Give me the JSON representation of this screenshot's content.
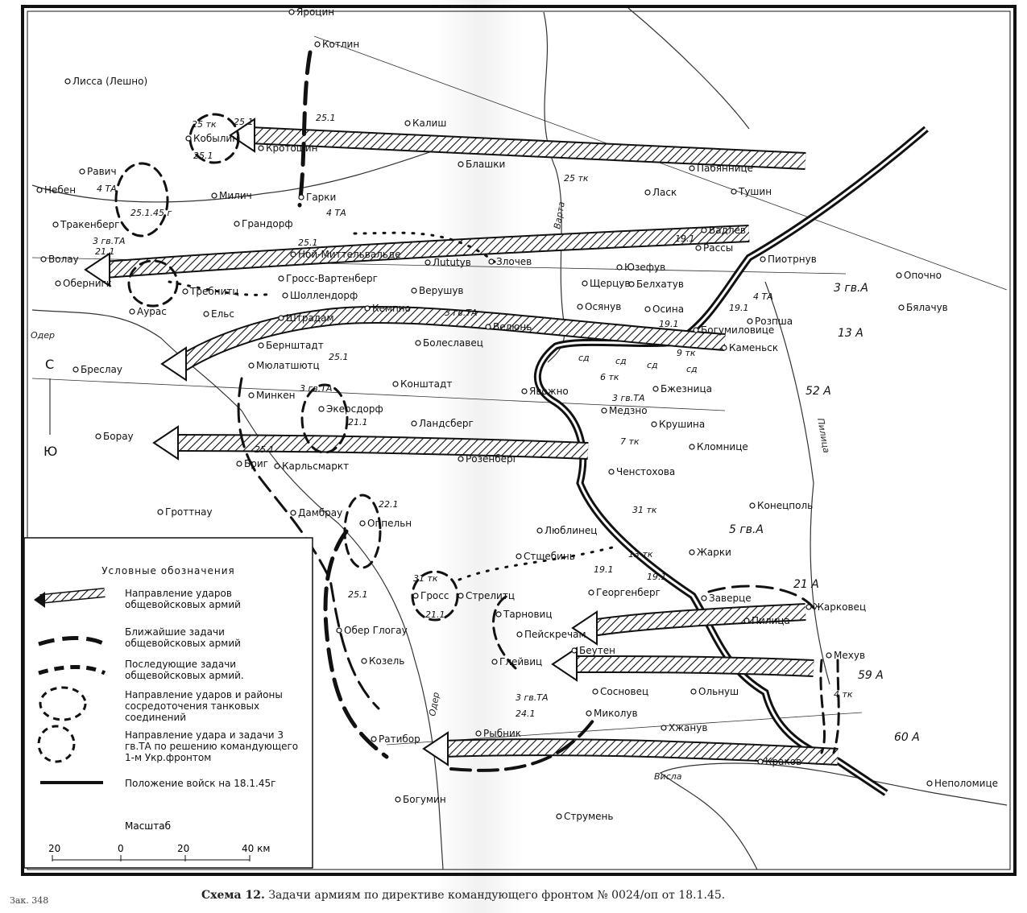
{
  "towns": [
    "Яроцин",
    "Котлин",
    "Лисса (Лешно)",
    "Калиш",
    "Кобылин",
    "Кротошин",
    "Блашки",
    "Пабяннице",
    "Равич",
    "Небен",
    "Милич",
    "Гарки",
    "Ласк",
    "Тушин",
    "Тракенберг",
    "Грандорф",
    "Вадлев",
    "Рассы",
    "Пиотрнув",
    "Опочно",
    "Волау",
    "Ной-Миттельвальде",
    "Лututув",
    "Злочев",
    "Юзефув",
    "Обернигк",
    "Гросс-Вартенберг",
    "Верушув",
    "Белхатув",
    "Щерцув",
    "Требнитц",
    "Шоллендорф",
    "Кемпно",
    "Осянув",
    "Осина",
    "Розпша",
    "Бялачув",
    "Аурас",
    "Ельс",
    "Штрадам",
    "Велюнь",
    "Болеславец",
    "Богумиловице",
    "Каменьск",
    "Бернштадт",
    "Бреслау",
    "Мюлатшютц",
    "Конштадт",
    "Бжезница",
    "Минкен",
    "Явожно",
    "Экерсдорф",
    "Ландсберг",
    "Медзно",
    "Крушина",
    "Борау",
    "Кломнице",
    "Бриг",
    "Карльсмаркт",
    "Розенберг",
    "Ченстохова",
    "Гроттнау",
    "Дамбрау",
    "Оппельн",
    "Конецполь",
    "Люблинец",
    "Жарки",
    "Стшебинь",
    "Гросс",
    "Стрелитц",
    "Георгенберг",
    "Заверце",
    "Жарковец",
    "Тарновиц",
    "Пилица",
    "Пейскречам",
    "Обер Глогау",
    "Беутен",
    "Мехув",
    "Глейвиц",
    "Козель",
    "Ольнуш",
    "Сосновец",
    "Миколув",
    "Хжанув",
    "Ратибор",
    "Рыбник",
    "Краков",
    "Неполомице",
    "Богумин",
    "Струмень"
  ],
  "rivers": [
    "Одер",
    "Одер",
    "Варта",
    "Пилица",
    "Висла"
  ],
  "armies": [
    "3 гв.А",
    "13 А",
    "52 А",
    "5 гв.А",
    "21 А",
    "59 А",
    "60 А"
  ],
  "tank_labels": [
    "4 ТА",
    "4 ТА",
    "4 ТА",
    "3 гв.ТА",
    "3 гв.ТА",
    "3 гв.ТА",
    "3 гв.ТА",
    "3 гв.ТА",
    "25 тк",
    "25 тк",
    "31 тк",
    "31 тк",
    "6 тк",
    "7 тк",
    "4 тк",
    "13 тк",
    "9 тк",
    "сд",
    "сд",
    "сд",
    "сд"
  ],
  "dates": [
    "25.1",
    "25.1",
    "25.1.45 г",
    "25.1",
    "21.1",
    "19.1",
    "19.1",
    "19.1",
    "25.1",
    "21.1",
    "25.1",
    "22.1",
    "21.1",
    "19.1",
    "19.1",
    "25.1",
    "24.1",
    "25.1"
  ],
  "compass": {
    "north": "С",
    "south": "Ю"
  },
  "legend": {
    "title": "Условные обозначения",
    "items": [
      "Направление ударов общевойсковых армий",
      "Ближайшие задачи общевойсковых армий",
      "Последующие задачи общевойсковых армий.",
      "Направление ударов и районы сосредоточения танковых соединений",
      "Направление удара и задачи 3 гв.ТА по решению командующего 1-м Укр.фронтом",
      "Положение войск на 18.1.45г"
    ],
    "scale_title": "Масштаб",
    "scale_ticks": [
      "20",
      "0",
      "20",
      "40 км"
    ]
  },
  "caption": {
    "label": "Схема 12.",
    "text": "Задачи армиям по директиве командующего фронтом № 0024/оп от 18.1.45."
  },
  "page_note": "Зак. 348"
}
